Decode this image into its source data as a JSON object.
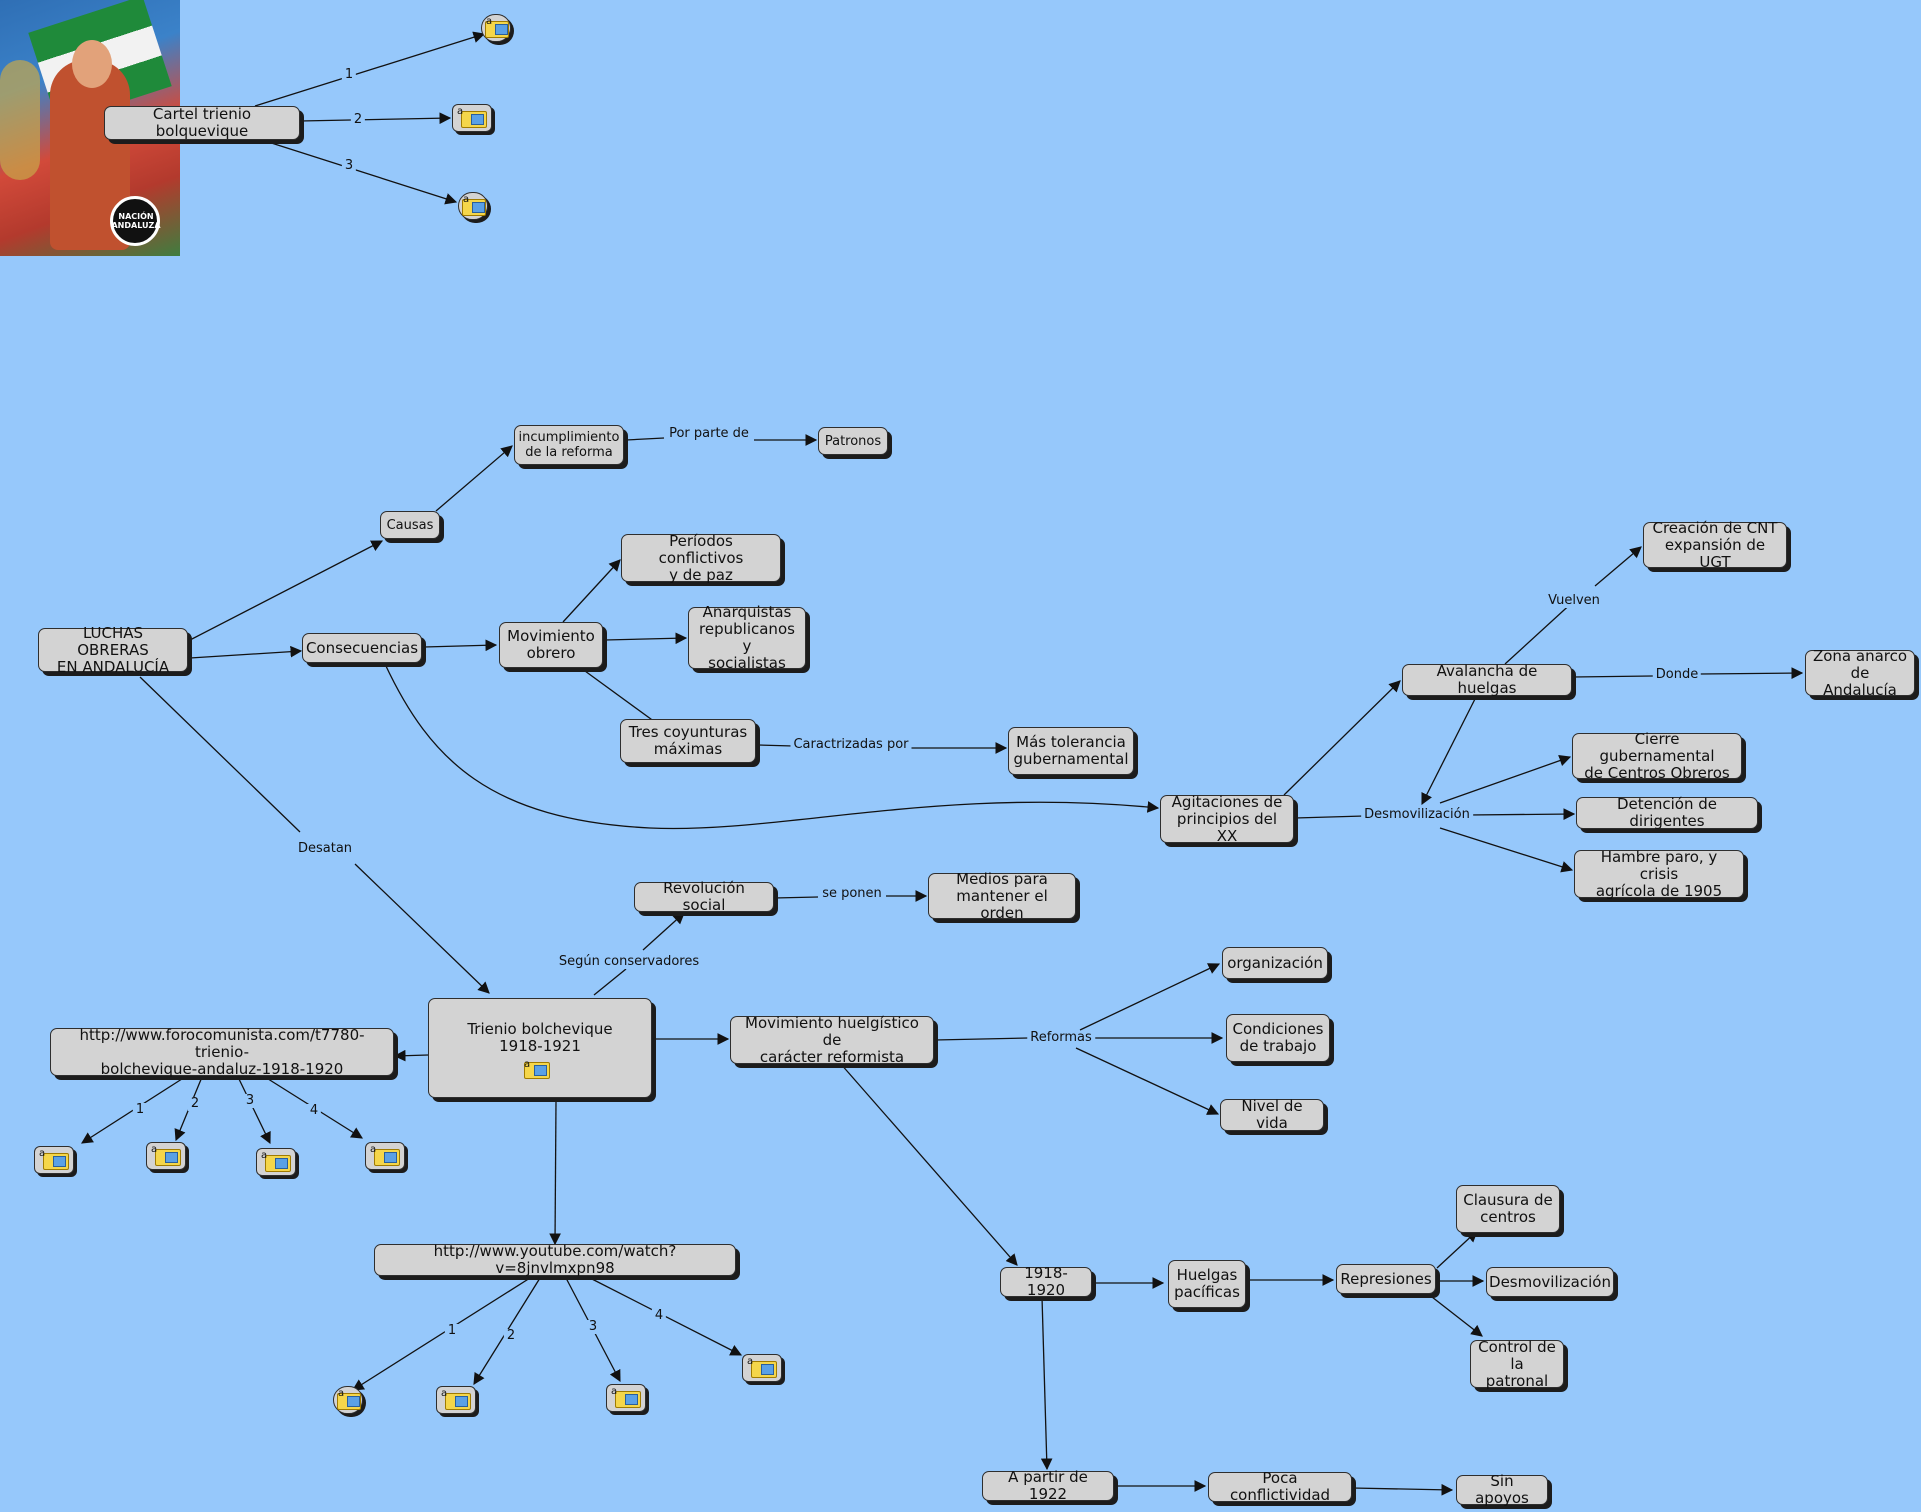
{
  "concepts": {
    "luchas": "LUCHAS OBRERAS\nEN ANDALUCÍA",
    "causas": "Causas",
    "incumplimiento": "incumplimiento\nde la reforma",
    "patronos": "Patronos",
    "consecuencias": "Consecuencias",
    "movimiento_obrero": "Movimiento\nobrero",
    "periodos": "Períodos conflictivos\ny de paz",
    "anarquistas": "Anarquistas\nrepublicanos y\nsocialistas",
    "tres_coyunturas": "Tres coyunturas\nmáximas",
    "mas_tolerancia": "Más tolerancia\ngubernamental",
    "agitaciones": "Agitaciones de\nprincipios del XX",
    "avalancha": "Avalancha de huelgas",
    "creacion_cnt": "Creación de CNT\nexpansión de UGT",
    "zona_anarco": "Zona anarco\nde Andalucía",
    "cierre": "Cierre gubernamental\nde Centros Obreros",
    "detencion": "Detención de dirigentes",
    "hambre": "Hambre paro, y crisis\nagrícola de 1905",
    "revolucion_social": "Revolución social",
    "medios": "Medios para\nmantener el orden",
    "trienio": "Trienio bolchevique\n1918-1921",
    "foro_url": "http://www.forocomunista.com/t7780-trienio-\nbolchevique-andaluz-1918-1920",
    "youtube_url": "http://www.youtube.com/watch?v=8jnvlmxpn98",
    "mov_huelgistico": "Movimiento huelgístico de\ncarácter reformista",
    "organizacion": "organización",
    "condiciones": "Condiciones\nde trabajo",
    "nivel_vida": "Nivel de vida",
    "y1918_1920": "1918-1920",
    "huelgas_pacificas": "Huelgas\npacíficas",
    "represiones": "Represiones",
    "clausura": "Clausura de\ncentros",
    "desmovilizacion_node": "Desmovilización",
    "control_patronal": "Control de\nla patronal",
    "a_partir_1922": "A partir de 1922",
    "poca_conflictividad": "Poca conflictividad",
    "sin_apoyos": "Sin apoyos",
    "cartel": "Cartel trienio bolquevique"
  },
  "linking_phrases": {
    "por_parte_de": "Por parte de",
    "desatan": "Desatan",
    "caractrizadas_por": "Caractrizadas por",
    "vuelven": "Vuelven",
    "donde": "Donde",
    "desmovilizacion": "Desmovilización",
    "se_ponen": "se ponen",
    "segun_conservadores": "Según conservadores",
    "reformas": "Reformas"
  },
  "edge_numbers": {
    "cartel": [
      "1",
      "2",
      "3"
    ],
    "foro": [
      "1",
      "2",
      "3",
      "4"
    ],
    "youtube": [
      "1",
      "2",
      "3",
      "4"
    ]
  },
  "poster": {
    "emblem_text": "NACIÓN ANDALUZA",
    "colors": [
      "#1f8a3a",
      "#f2f2f2",
      "#c0512f"
    ]
  },
  "colors": {
    "background": "#96c8fb",
    "node_fill": "#d3d3d3",
    "resource_icon": "#f5d64a"
  }
}
